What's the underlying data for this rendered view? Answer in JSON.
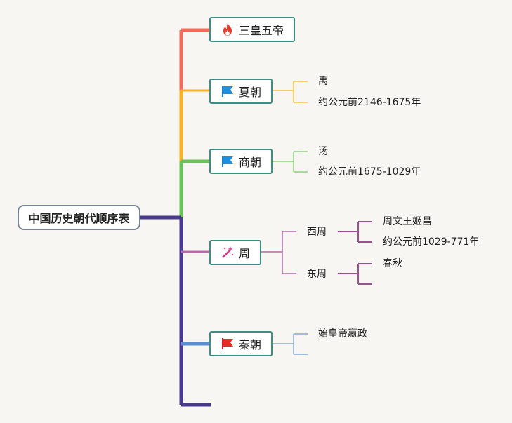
{
  "root": "中国历史朝代顺序表",
  "colors": {
    "c1": "#ee6e5e",
    "c2": "#f3b12c",
    "c3": "#6cc25a",
    "c4": "#4a3a8e",
    "c5": "#c065b0",
    "c6": "#5b8fd1"
  },
  "nodes": [
    {
      "label": "三皇五帝",
      "icon": "fire-icon"
    },
    {
      "label": "夏朝",
      "icon": "blue-flag-icon",
      "children": [
        "禹",
        "约公元前2146-1675年"
      ]
    },
    {
      "label": "商朝",
      "icon": "blue-flag-icon",
      "children": [
        "汤",
        "约公元前1675-1029年"
      ]
    },
    {
      "label": "周",
      "icon": "magic-wand-icon",
      "children": [
        {
          "label": "西周",
          "children": [
            "周文王姬昌",
            "约公元前1029-771年"
          ]
        },
        {
          "label": "东周",
          "children": [
            "春秋",
            ""
          ]
        }
      ]
    },
    {
      "label": "秦朝",
      "icon": "red-flag-icon",
      "children": [
        "始皇帝嬴政",
        ""
      ]
    }
  ]
}
